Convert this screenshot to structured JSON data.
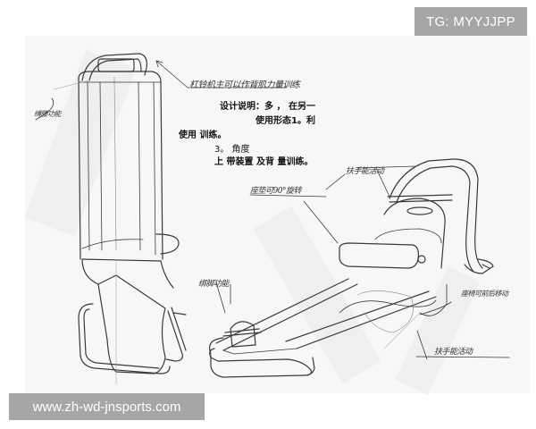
{
  "overlays": {
    "top_right_tag": "TG: MYYJJPP",
    "bottom_left_url": "www.zh-wd-jnsports.com"
  },
  "sketch": {
    "subject": "hand-drawn fitness equipment design sketch (upright + reclined seat forms)",
    "handwritten_labels": {
      "top_arrow_note": "杠铃机主可以作背肌力量训练",
      "left_note": "缚腰功能",
      "rotate_note": "座垫可90°旋转",
      "handle_note": "扶手能活动",
      "foot_note": "绑脚功能",
      "slide_note": "座椅可前后移动",
      "bottom_note": "扶手能活动"
    },
    "description_lines": [
      "设计说明：多  ， 在另一",
      "使用形态1。利",
      "使用                         训练。",
      "3。                   角度",
      "上                  带装置        及背         量训练。"
    ]
  },
  "colors": {
    "tag_background": "#a6a6a6",
    "tag_text": "#ffffff",
    "line": "#3a3a3a",
    "paper": "#f7f7f7"
  }
}
